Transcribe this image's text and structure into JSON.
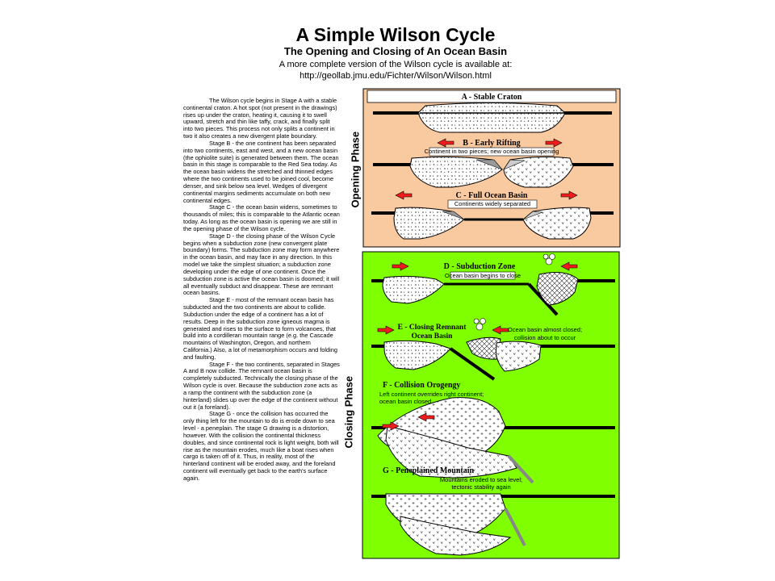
{
  "header": {
    "title": "A Simple Wilson Cycle",
    "subtitle": "The Opening and Closing of An Ocean Basin",
    "note_line1": "A more complete version of the Wilson cycle is available at:",
    "note_line2": "http://geollab.jmu.edu/Fichter/Wilson/Wilson.html"
  },
  "body_paragraphs": [
    "The Wilson cycle begins in Stage A with a stable continental craton.  A hot spot (not present in the drawings) rises up under the craton, heating it, causing it to swell upward, stretch and thin like taffy, crack, and finally split into two pieces.  This process not only splits a continent in two it also creates a new divergent plate boundary.",
    "Stage B  - the one continent has been separated into two continents, east and west, and a new ocean basin (the ophiolite suite)  is generated between them.  The ocean basin in this stage is comparable to the Red Sea today.  As the ocean basin widens the stretched and thinned edges where the two continents used to be joined cool, become denser, and sink below sea level.  Wedges of divergent continental margins sediments accumulate on both new continental edges.",
    "Stage C - the ocean basin widens, sometimes to thousands of miles; this is comparable to the Atlantic ocean today.  As long as the ocean basin is opening we are still in the opening phase of the Wilson cycle.",
    "Stage D - the closing phase of the Wilson Cycle begins when a subduction zone (new convergent plate boundary) forms.  The subduction zone may form anywhere in the ocean basin, and may face in any direction.  In this model we take the simplest situation; a subduction zone developing under the edge of one continent.  Once the subduction zone is active the ocean basin is doomed; it will all eventually subduct and disappear.  These are remnant ocean basins.",
    "Stage E - most of the remnant ocean basin has subducted and the two continents are about to collide.  Subduction under the edge of a continent has a lot of results.  Deep in the subduction zone igneous magma is generated and rises to the surface to form volcanoes, that build into a cordilleran mountain range (e.g. the Cascade mountains of Washington, Oregon, and northern California.)  Also, a lot of metamorphism occurs and folding and faulting.",
    "Stage F - the two continents, separated in Stages A and B now collide.  The remnant ocean basin is completely subducted.  Technically the closing phase of the Wilson cycle is over.  Because the subduction zone acts as a ramp the continent with the subduction zone (a hinterland) slides up over the edge of the continent without out it (a foreland).",
    "Stage G - once the collision has occurred the only thing left for the mountain to do is erode down to sea level - a peneplain.  The stage G drawing is a distortion, however.  With the collision the continental thickness doubles, and since continental rock is light weight, both will rise as the mountain erodes, much like a boat rises when cargo is taken off of it.  Thus, in reality, most of the hinterland continent will be eroded away, and the foreland continent will eventually get back to the earth's surface again."
  ],
  "phases": {
    "opening": "Opening Phase",
    "closing": "Closing Phase"
  },
  "stages": {
    "a": {
      "title": "A - Stable Craton"
    },
    "b": {
      "title": "B - Early Rifting",
      "note": "Continent in two pieces; new ocean basin opening"
    },
    "c": {
      "title": "C - Full Ocean Basin",
      "note": "Continents widely separated"
    },
    "d": {
      "title": "D - Subduction Zone",
      "note": "Ocean basin begins to close"
    },
    "e": {
      "title_line1": "E - Closing Remnant",
      "title_line2": "Ocean Basin",
      "note_line1": "Ocean basin almost closed;",
      "note_line2": "collision about to occur"
    },
    "f": {
      "title": "F - Collision Orogengy",
      "note_line1": "Left continent overrides right continent;",
      "note_line2": "ocean basin closed"
    },
    "g": {
      "title": "G - Peneplained Mountain",
      "note_line1": "Mountains eroded to sea level;",
      "note_line2": "tectonic stability again"
    }
  },
  "colors": {
    "opening_panel": "#f9c9a0",
    "closing_panel": "#80ff00",
    "arrow_red": "#ee1c1c",
    "crust_black": "#000000",
    "continent_fill": "#ffffff"
  }
}
